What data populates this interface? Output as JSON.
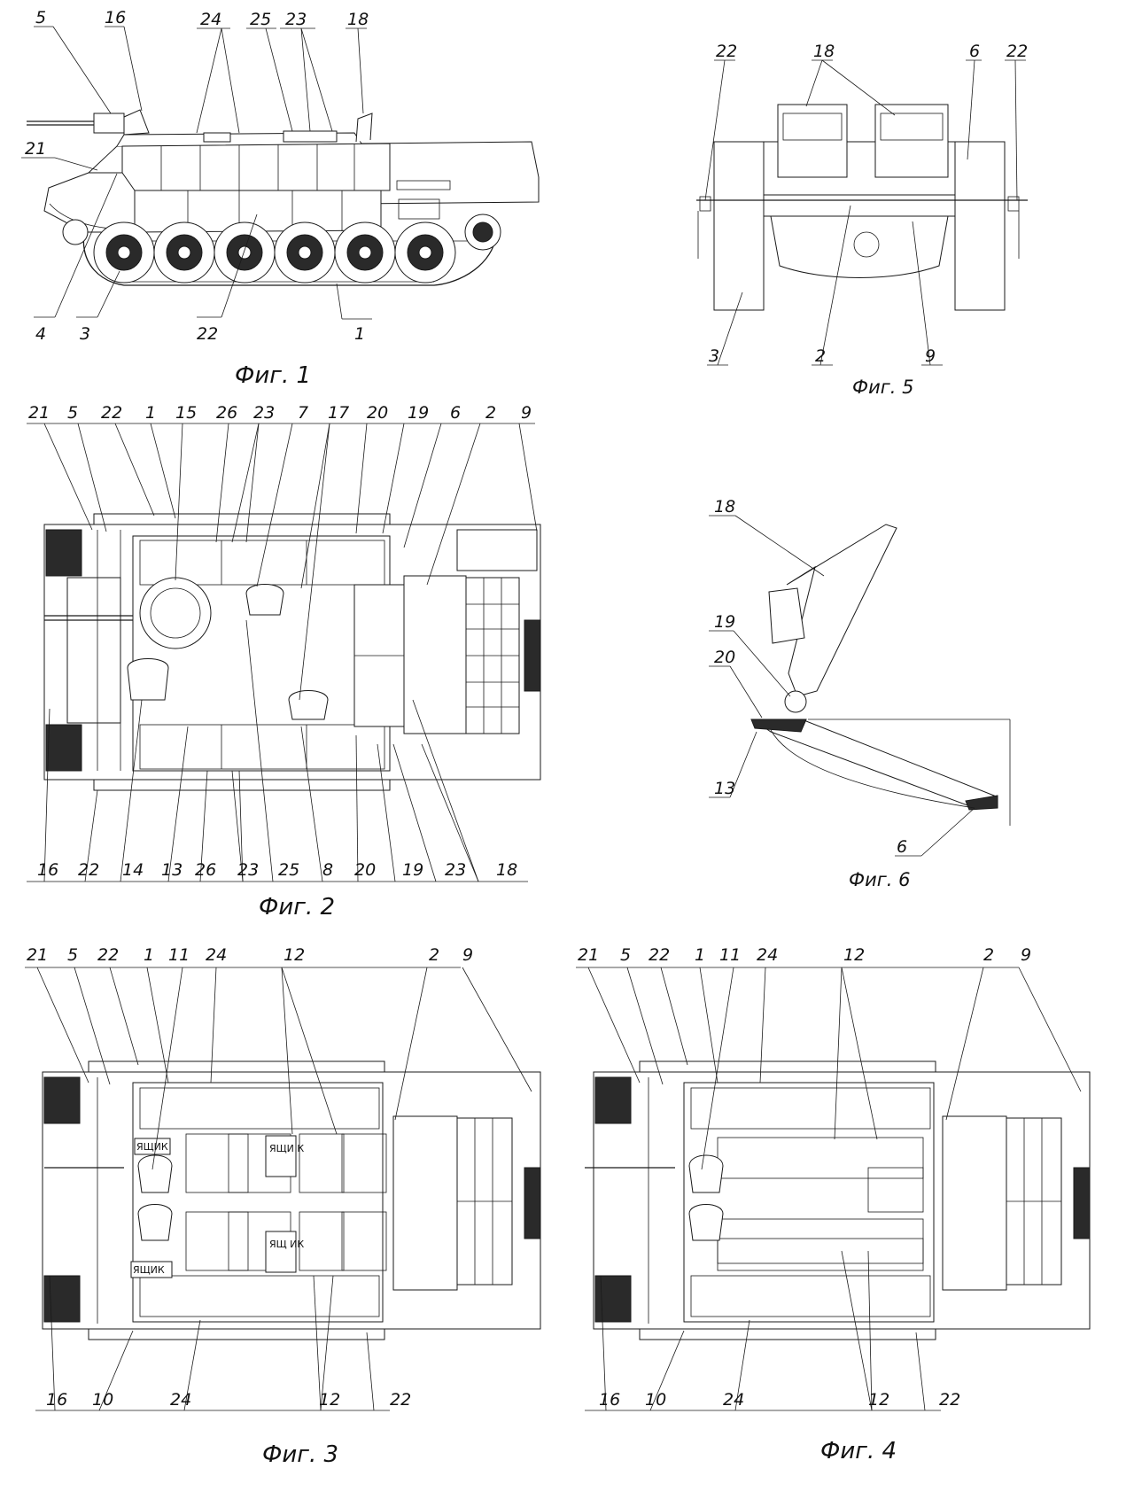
{
  "figures": {
    "fig1": {
      "caption": "Фиг. 1"
    },
    "fig2": {
      "caption": "Фиг. 2"
    },
    "fig3": {
      "caption": "Фиг. 3"
    },
    "fig4": {
      "caption": "Фиг. 4"
    },
    "fig5": {
      "caption": "Фиг. 5"
    },
    "fig6": {
      "caption": "Фиг. 6"
    }
  },
  "box_labels": {
    "box1": "ЯЩИ К",
    "box2": "ЯЩ ИК",
    "box3": "ЯЩИК",
    "box4": "ЯЩИК"
  },
  "fig1_labels": {
    "top": [
      "5",
      "16",
      "24",
      "25",
      "23",
      "18"
    ],
    "side": "21",
    "bottom": [
      "4",
      "3",
      "22",
      "1"
    ]
  },
  "fig2_labels": {
    "top": [
      "21",
      "5",
      "22",
      "1",
      "15",
      "26",
      "23",
      "7",
      "17",
      "20",
      "19",
      "6",
      "2",
      "9"
    ],
    "bottom": [
      "16",
      "22",
      "14",
      "13",
      "26",
      "23",
      "25",
      "8",
      "20",
      "19",
      "23",
      "18"
    ]
  },
  "fig3_labels": {
    "top": [
      "21",
      "5",
      "22",
      "1",
      "11",
      "24",
      "12",
      "2",
      "9"
    ],
    "bottom": [
      "16",
      "10",
      "24",
      "12",
      "22"
    ]
  },
  "fig4_labels": {
    "top": [
      "21",
      "5",
      "22",
      "1",
      "11",
      "24",
      "12",
      "2",
      "9"
    ],
    "bottom": [
      "16",
      "10",
      "24",
      "12",
      "22"
    ]
  },
  "fig5_labels": {
    "top": [
      "22",
      "18",
      "6",
      "22"
    ],
    "bottom": [
      "3",
      "2",
      "9"
    ]
  },
  "fig6_labels": [
    "18",
    "19",
    "20",
    "13",
    "6"
  ]
}
